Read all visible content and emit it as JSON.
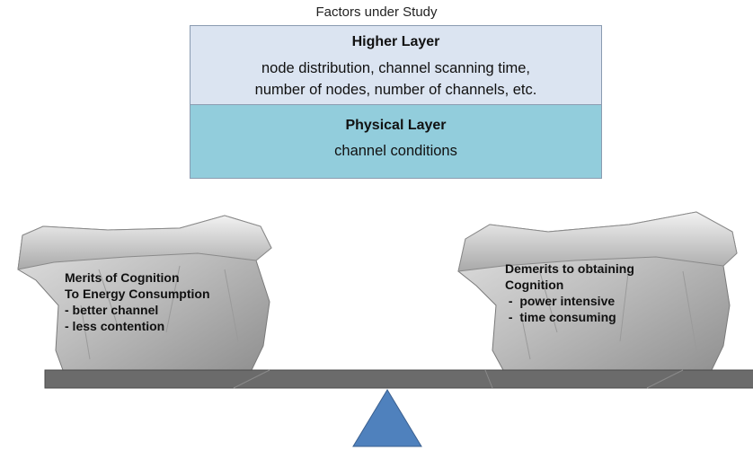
{
  "caption": "Factors under Study",
  "higher_layer": {
    "title": "Higher  Layer",
    "lines": [
      "node distribution,  channel scanning time,",
      "number of nodes, number of channels, etc."
    ]
  },
  "physical_layer": {
    "title": "Physical Layer",
    "lines": [
      "channel conditions"
    ]
  },
  "left_bag": {
    "lines": [
      "Merits of Cognition",
      "To Energy Consumption",
      "- better channel",
      "- less contention"
    ]
  },
  "right_bag": {
    "lines": [
      "Demerits to obtaining",
      "Cognition",
      " -  power intensive",
      " -  time consuming"
    ]
  },
  "colors": {
    "higher_fill": "#dbe4f1",
    "physical_fill": "#92cddc",
    "beam": "#6b6b6b",
    "fulcrum": "#4f81bd"
  }
}
